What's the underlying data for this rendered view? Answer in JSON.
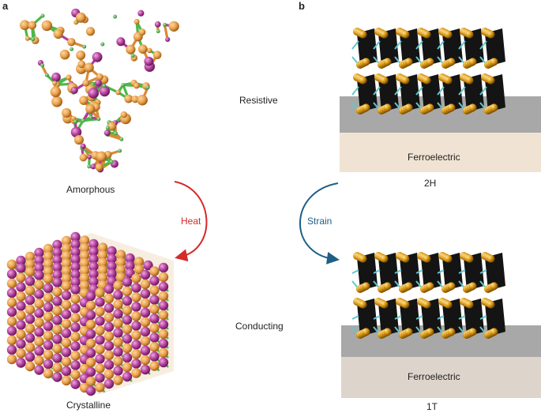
{
  "panels": {
    "a": {
      "letter": "a",
      "top_label": "Amorphous",
      "bottom_label": "Crystalline",
      "arrow_label": "Heat",
      "arrow_color": "#d42a2a"
    },
    "b": {
      "letter": "b",
      "top_state": "Resistive",
      "bottom_state": "Conducting",
      "top_substrate": "Ferroelectric",
      "bottom_substrate": "Ferroelectric",
      "top_phase": "2H",
      "bottom_phase": "1T",
      "arrow_label": "Strain",
      "arrow_color": "#1f5f86"
    }
  },
  "colors": {
    "atom_orange": "#e8a04a",
    "atom_magenta": "#b03d9a",
    "bond_green": "#4cb84a",
    "layer_gold": "#d9960f",
    "layer_cyan": "#5ec8cc",
    "substrate_face": "#f1e3d3",
    "substrate_top": "#9a9a9a"
  }
}
